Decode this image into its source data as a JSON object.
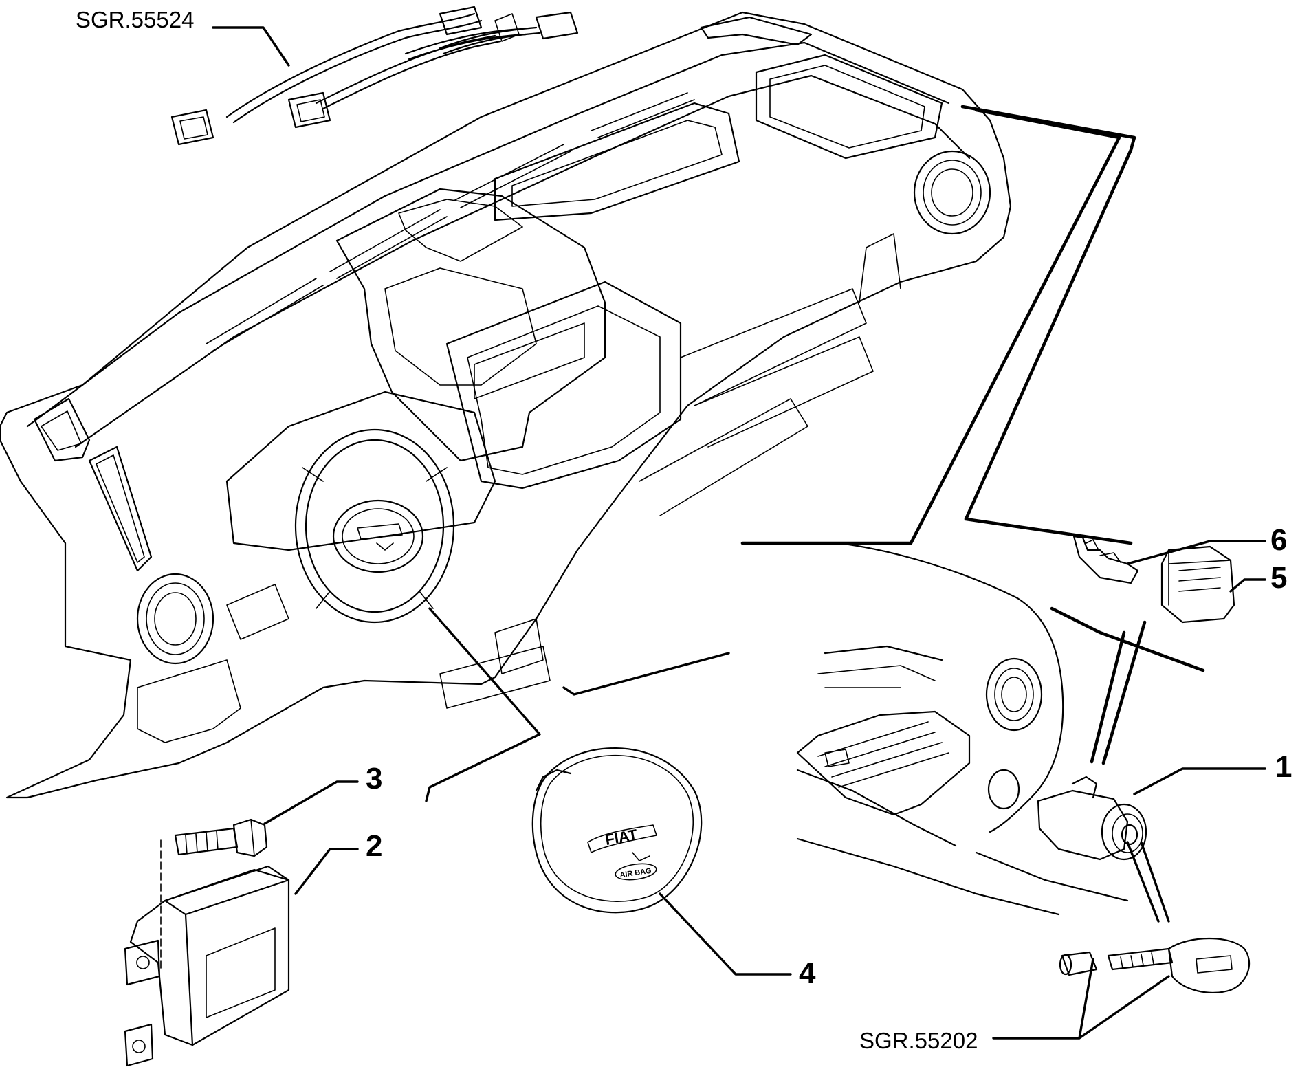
{
  "references": {
    "wiring": "SGR.55524",
    "key_lock": "SGR.55202"
  },
  "callouts": [
    "1",
    "2",
    "3",
    "4",
    "5",
    "6"
  ],
  "emblems": {
    "airbag_brand": "FIAT",
    "airbag_badge": "AIR BAG"
  }
}
